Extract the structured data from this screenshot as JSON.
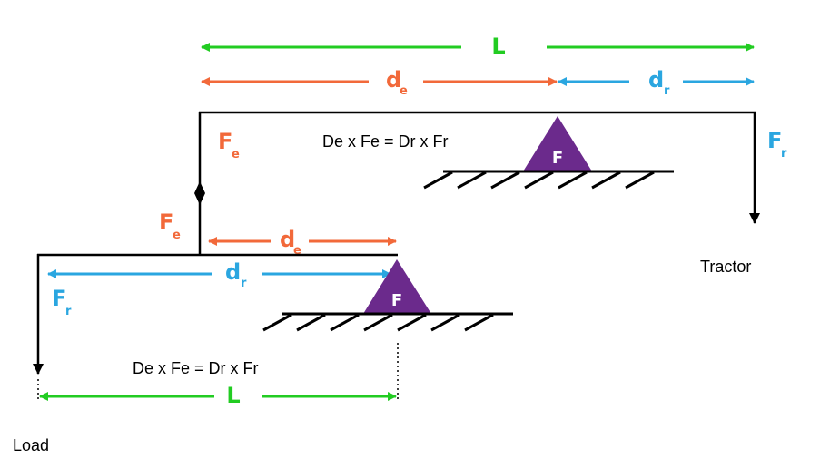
{
  "colors": {
    "green": "#22cc22",
    "orange": "#f2693a",
    "blue": "#2aa6e0",
    "purple": "#6b2a8c",
    "black": "#000000"
  },
  "upper_lever": {
    "L_label": "L",
    "de_label": "d",
    "de_sub": "e",
    "dr_label": "d",
    "dr_sub": "r",
    "Fe_label": "F",
    "Fe_sub": "e",
    "Fr_label": "F",
    "Fr_sub": "r",
    "equation": "De x Fe = Dr x Fr",
    "fulcrum_label": "F",
    "end_label": "Tractor"
  },
  "lower_lever": {
    "L_label": "L",
    "de_label": "d",
    "de_sub": "e",
    "dr_label": "d",
    "dr_sub": "r",
    "Fe_label": "F",
    "Fe_sub": "e",
    "Fr_label": "F",
    "Fr_sub": "r",
    "equation": "De x Fe = Dr x Fr",
    "fulcrum_label": "F",
    "end_label": "Load"
  }
}
